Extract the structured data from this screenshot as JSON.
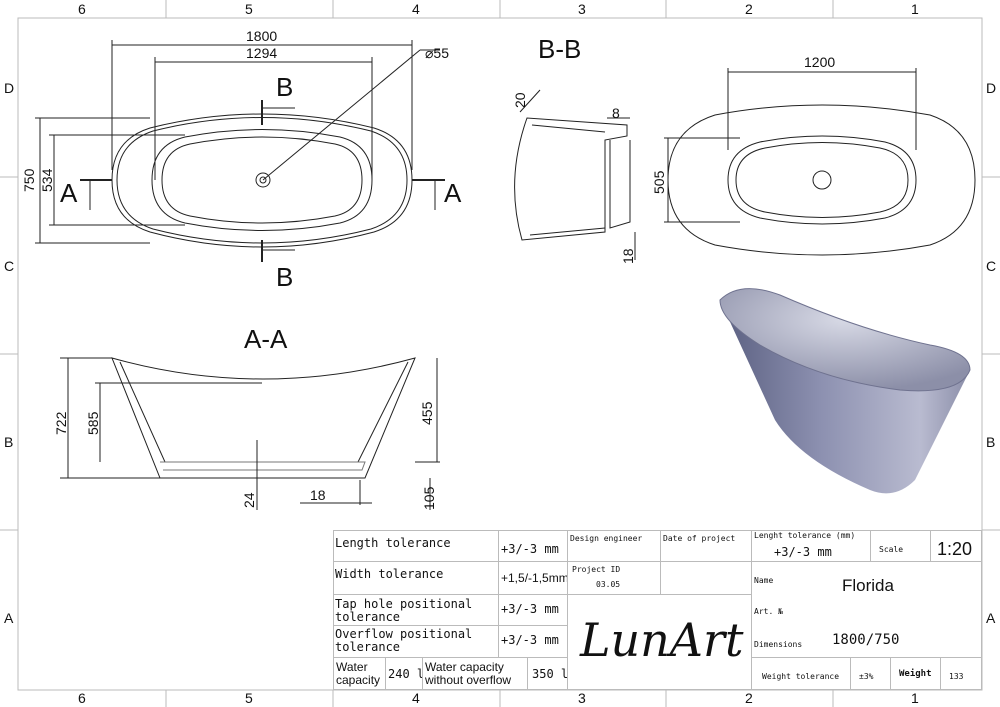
{
  "frame": {
    "columns": [
      "6",
      "5",
      "4",
      "3",
      "2",
      "1"
    ],
    "rows": [
      "D",
      "C",
      "B",
      "A"
    ]
  },
  "views": {
    "section_aa": "A-A",
    "section_bb": "B-B",
    "section_marks": {
      "a": "A",
      "b": "B"
    },
    "top_dims": {
      "length": "1800",
      "inner_length": "1294",
      "drain": "⌀55",
      "width": "750",
      "inner_width": "534"
    },
    "bb_dims": {
      "rim": "20",
      "wall": "8",
      "bottom": "18"
    },
    "right_dims": {
      "length": "1200",
      "width": "505"
    },
    "aa_dims": {
      "height": "722",
      "inner_depth": "585",
      "side": "455",
      "bottom": "24",
      "wall": "18",
      "base": "105"
    }
  },
  "title_block": {
    "length_tolerance_label": "Length tolerance",
    "length_tolerance": "+3/-3 mm",
    "width_tolerance_label": "Width tolerance",
    "width_tolerance": "+1,5/-1,5mm",
    "tap_hole_label": "Tap hole positional tolerance",
    "tap_hole": "+3/-3 mm",
    "overflow_label": "Overflow positional tolerance",
    "overflow": "+3/-3 mm",
    "water_capacity_label": "Water capacity",
    "water_capacity": "240 l",
    "water_capacity_no_overflow_label": "Water capacity without overflow",
    "water_capacity_no_overflow": "350 l",
    "design_engineer_label": "Design engineer",
    "date_label": "Date of project",
    "project_id_label": "Project ID",
    "project_id": "03.05",
    "signature": "LunArt",
    "lenght_tol_mm_label": "Lenght tolerance (mm)",
    "lenght_tol_mm": "+3/-3 mm",
    "scale_label": "Scale",
    "scale": "1:20",
    "name_label": "Name",
    "name": "Florida",
    "art_label": "Art. №",
    "dimensions_label": "Dimensions",
    "dimensions": "1800/750",
    "weight_tolerance_label": "Weight tolerance",
    "weight_tolerance": "±3%",
    "weight_label": "Weight",
    "weight": "133"
  }
}
